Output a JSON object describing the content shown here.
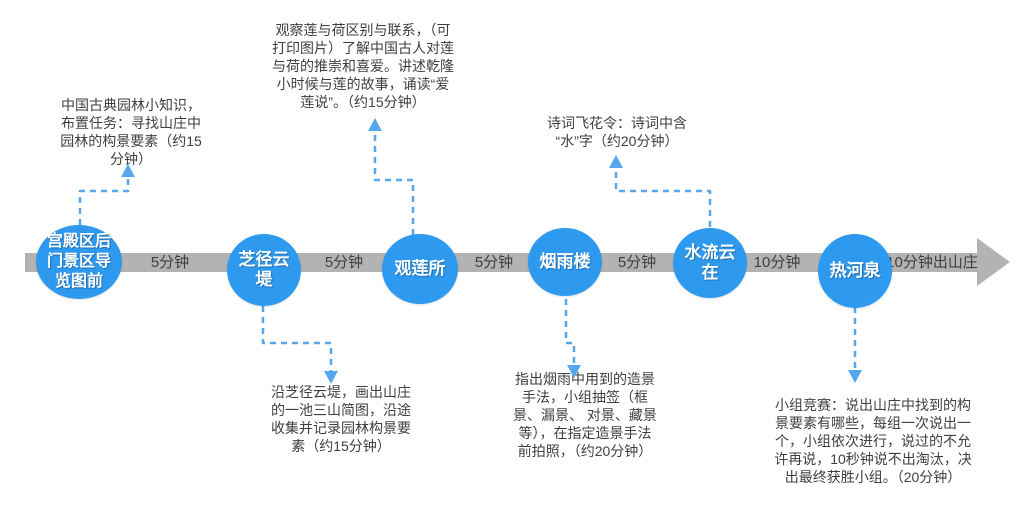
{
  "palette": {
    "node_fill": "#2E9AEF",
    "node_text": "#FFFFFF",
    "connector": "#57A7EE",
    "bar": "#B3B3B3",
    "text": "#3F3F3F",
    "bg": "#FFFFFF"
  },
  "timeline": {
    "nodes": [
      {
        "label": "宫殿区后\n门景区导\n览图前"
      },
      {
        "label": "芝径云\n堤"
      },
      {
        "label": "观莲所"
      },
      {
        "label": "烟雨楼"
      },
      {
        "label": "水流云\n在"
      },
      {
        "label": "热河泉"
      }
    ],
    "durations": [
      {
        "label": "5分钟"
      },
      {
        "label": "5分钟"
      },
      {
        "label": "5分钟"
      },
      {
        "label": "5分钟"
      },
      {
        "label": "10分钟"
      },
      {
        "label": "10分钟出山庄"
      }
    ],
    "annotations_top": [
      {
        "text": "中国古典园林小知识，\n布置任务：寻找山庄中\n园林的构景要素（约15\n分钟）"
      },
      {
        "text": "观察莲与荷区别与联系，（可\n打印图片）了解中国古人对莲\n与荷的推崇和喜爱。讲述乾隆\n小时候与莲的故事，诵读“爱\n莲说”。（约15分钟）"
      },
      {
        "text": "诗词飞花令：诗词中含\n“水”字（约20分钟）"
      }
    ],
    "annotations_bottom": [
      {
        "text": "沿芝径云堤，画出山庄\n的一池三山简图，沿途\n收集并记录园林构景要\n素（约15分钟）"
      },
      {
        "text": "指出烟雨中用到的造景\n手法，小组抽签（框\n景、漏景、 对景、藏景\n等），在指定造景手法\n前拍照，（约20分钟）"
      },
      {
        "text": "小组竞赛：说出山庄中找到的构\n景要素有哪些，每组一次说出一\n个，小组依次进行，说过的不允\n许再说，10秒钟说不出淘汰，决\n出最终获胜小组。（20分钟）"
      }
    ]
  }
}
